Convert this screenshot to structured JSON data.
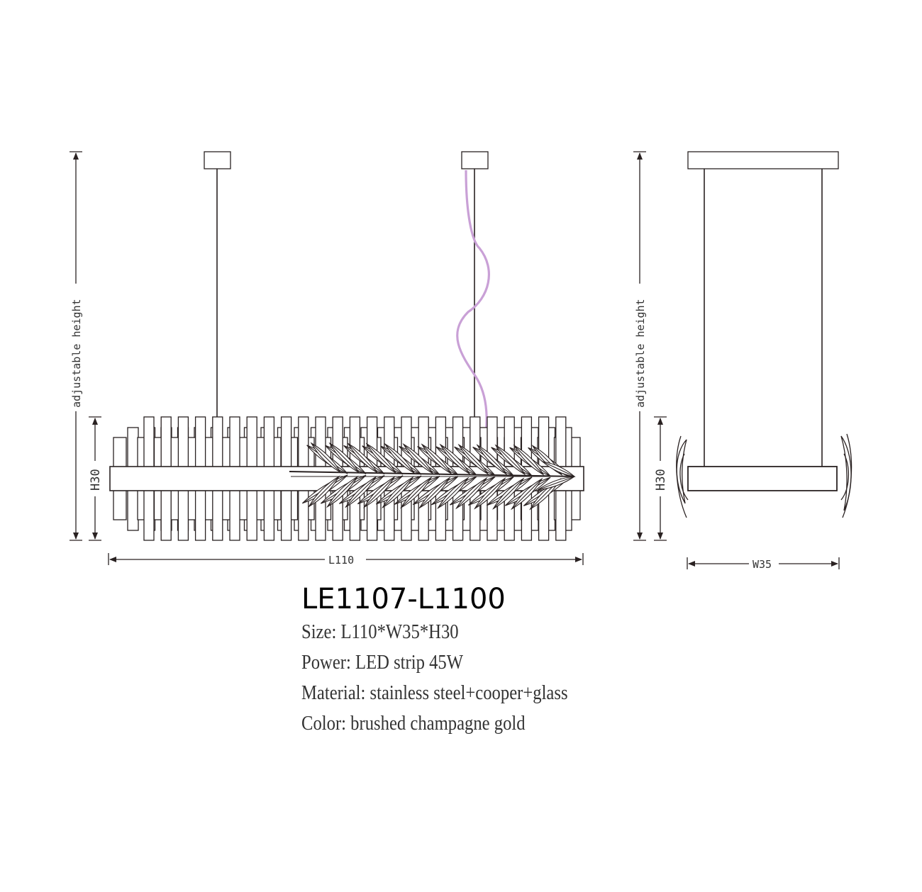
{
  "product": {
    "model": "LE1107-L1100",
    "specs": [
      {
        "label": "Size:",
        "value": "L110*W35*H30"
      },
      {
        "label": "Power:",
        "value": "LED strip 45W"
      },
      {
        "label": "Material:",
        "value": "stainless steel+cooper+glass"
      },
      {
        "label": "Color:",
        "value": "brushed champagne gold"
      }
    ]
  },
  "front_view": {
    "height_label": "adjustable height",
    "body_height_label": "H30",
    "length_label": "L110"
  },
  "side_view": {
    "height_label": "adjustable height",
    "body_height_label": "H30",
    "width_label": "W35"
  },
  "colors": {
    "line": "#2a2222",
    "cable": "#c9a0d6",
    "background": "#ffffff"
  }
}
